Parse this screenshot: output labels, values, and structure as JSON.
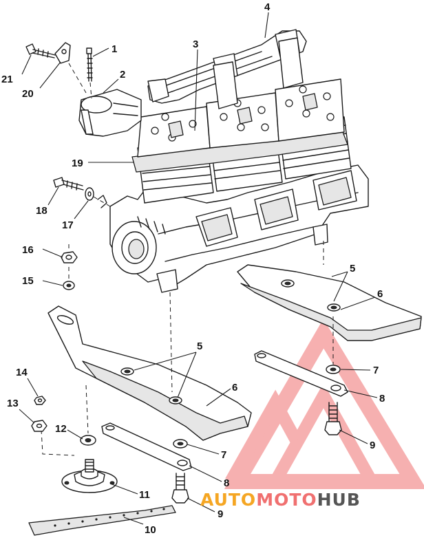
{
  "callouts": [
    "1",
    "2",
    "3",
    "4",
    "5",
    "6",
    "7",
    "8",
    "9",
    "10",
    "11",
    "12",
    "13",
    "14",
    "15",
    "16",
    "17",
    "18",
    "19",
    "20",
    "21"
  ],
  "watermark": {
    "part1": "AUTO",
    "part2": "MOTO",
    "part3": "HUB",
    "color_primary": "#f07070",
    "color_secondary": "#f5a623",
    "color_dark": "#555555"
  }
}
